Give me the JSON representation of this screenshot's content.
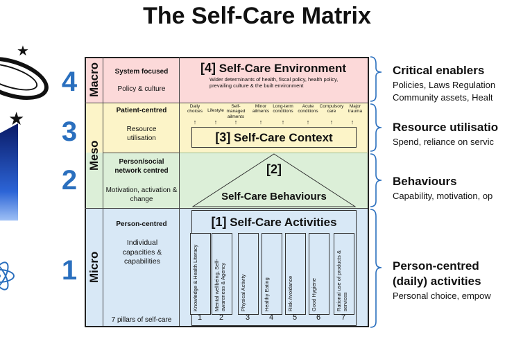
{
  "title": "The Self-Care Matrix",
  "levels": [
    "4",
    "3",
    "2",
    "1"
  ],
  "scales": {
    "macro": "Macro",
    "meso": "Meso",
    "micro": "Micro"
  },
  "left_labels": {
    "system_focused": "System focused",
    "policy_culture": "Policy & culture",
    "patient_centred": "Patient-centred",
    "resource_utilisation": "Resource utilisation",
    "person_social": "Person/social network centred",
    "motivation": "Motivation, activation & change",
    "person_centred": "Person-centred",
    "individual": "Individual capacities & capabilities",
    "pillars": "7 pillars of self-care"
  },
  "env": {
    "num": "[4]",
    "title": "Self-Care Environment",
    "subtitle": "Wider determinants of health, fiscal policy, health policy, prevailing culture & the built environment"
  },
  "context": {
    "num": "[3]",
    "title": "Self-Care Context",
    "items": [
      "Daily choices",
      "Lifestyle",
      "Self-managed ailments",
      "Minor ailments",
      "Long-term conditions",
      "Acute conditions",
      "Compulsory care",
      "Major trauma"
    ]
  },
  "behaviours": {
    "num": "[2]",
    "title": "Self-Care Behaviours"
  },
  "activities": {
    "num": "[1]",
    "title": "Self-Care Activities",
    "pillars": [
      {
        "n": "1",
        "label": "Knowledge & Health Literacy"
      },
      {
        "n": "2",
        "label": "Mental wellbeing, Self-awareness & Agency"
      },
      {
        "n": "3",
        "label": "Physical Activity"
      },
      {
        "n": "4",
        "label": "Healthy Eating"
      },
      {
        "n": "5",
        "label": "Risk Avoidance"
      },
      {
        "n": "6",
        "label": "Good Hygiene"
      },
      {
        "n": "7",
        "label": "Rational use of products & services"
      }
    ]
  },
  "right": [
    {
      "head": "Critical enablers",
      "lines": [
        "Policies, Laws Regulation",
        "Community assets, Healt"
      ]
    },
    {
      "head": "Resource utilisatio",
      "lines": [
        "Spend, reliance on servic"
      ]
    },
    {
      "head": "Behaviours",
      "lines": [
        "Capability, motivation, op"
      ]
    },
    {
      "head": "Person-centred",
      "head2": "(daily) activities",
      "lines": [
        "Personal choice, empow"
      ]
    }
  ],
  "colors": {
    "accent": "#2a6fbe",
    "macro_band": "#fcd9d9",
    "meso_context_band": "#fcf4c8",
    "meso_behaviour_band": "#dcefd8",
    "micro_band": "#d8e8f6"
  }
}
